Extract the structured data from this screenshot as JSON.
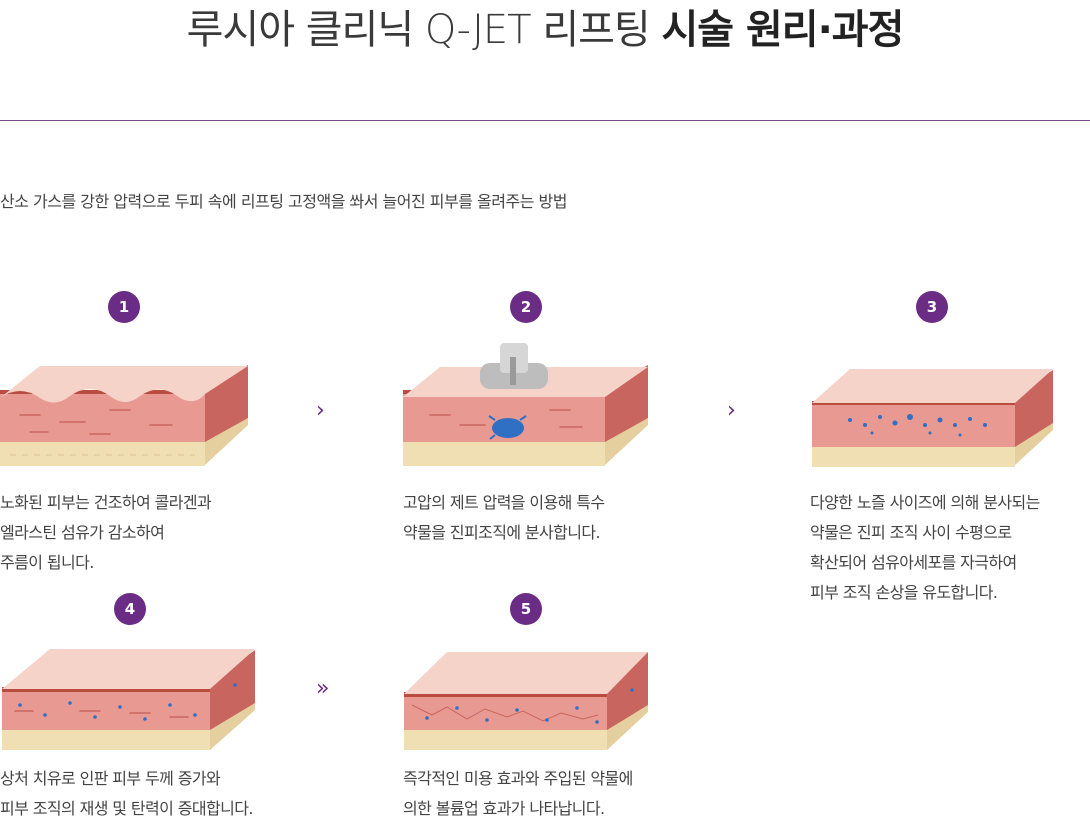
{
  "title": {
    "light": "루시아 클리닉 Q-JET 리프팅",
    "bold": "시술 원리·과정"
  },
  "intro": "산소 가스를 강한 압력으로 두피 속에 리프팅 고정액을 쏴서 늘어진 피부를 올려주는 방법",
  "steps": [
    {
      "number": "1",
      "text": "노화된 피부는 건조하여 콜라겐과\n엘라스틴 섬유가 감소하여\n주름이 됩니다."
    },
    {
      "number": "2",
      "text": "고압의 제트 압력을 이용해 특수\n약물을 진피조직에 분사합니다."
    },
    {
      "number": "3",
      "text": "다양한 노즐 사이즈에 의해 분사되는\n약물은 진피 조직 사이 수평으로\n확산되어 섬유아세포를 자극하여\n피부 조직 손상을 유도합니다."
    },
    {
      "number": "4",
      "text": "상처 치유로 인판 피부 두께 증가와\n피부 조직의 재생 및 탄력이 증대합니다."
    },
    {
      "number": "5",
      "text": "즉각적인 미용 효과와 주입된 약물에\n의한 볼륨업 효과가 나타납니다."
    }
  ],
  "arrows": {
    "single": "›",
    "double": "»"
  },
  "colors": {
    "accent": "#6b2c86",
    "skin_top": "#f6c9bd",
    "skin_mid": "#e89a92",
    "fat": "#f0dfb3",
    "drug": "#2f6fc4"
  }
}
